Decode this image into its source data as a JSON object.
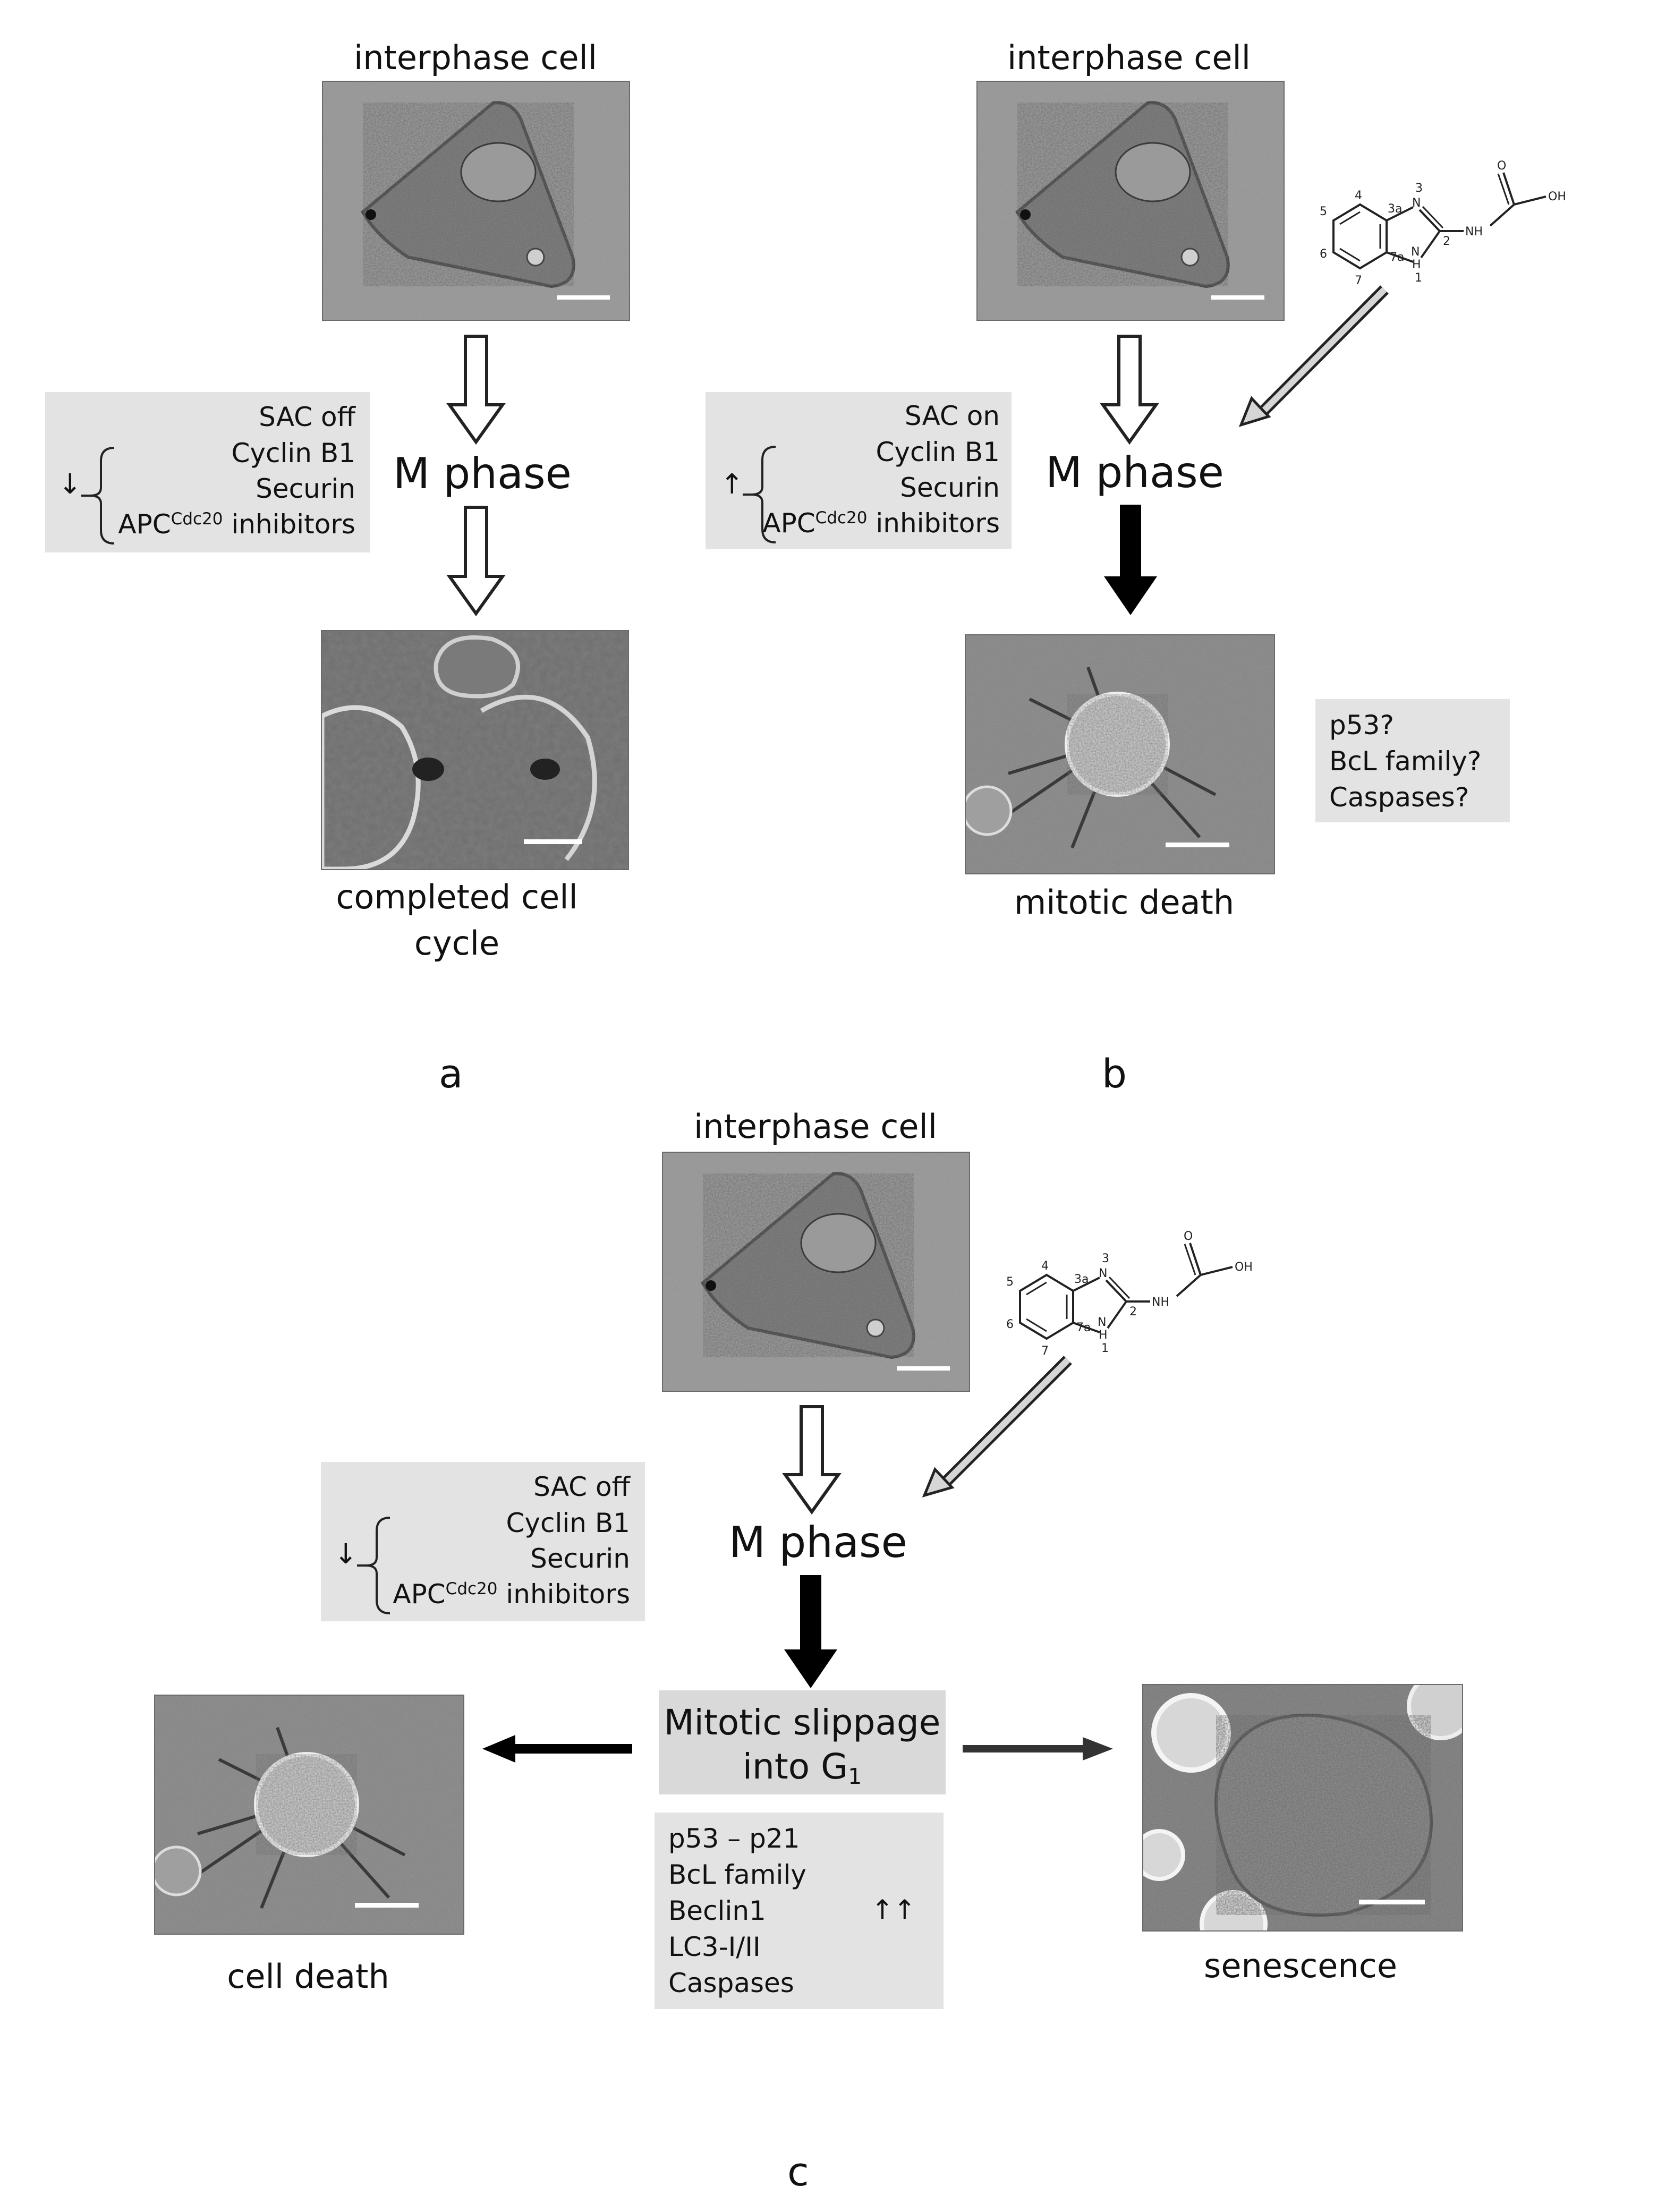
{
  "figure": {
    "panel_letters": {
      "a": "a",
      "b": "b",
      "c": "c"
    },
    "labels": {
      "interphase_a": "interphase cell",
      "interphase_b": "interphase cell",
      "interphase_c": "interphase cell",
      "m_phase_a": "M phase",
      "m_phase_b": "M phase",
      "m_phase_c": "M phase",
      "completed_line1": "completed cell",
      "completed_line2": "cycle",
      "mitotic_death": "mitotic death",
      "cell_death": "cell death",
      "senescence": "senescence"
    },
    "box_a": {
      "sac": "SAC off",
      "cyclin": "Cyclin B1",
      "securin": "Securin",
      "apc_base": "APC",
      "apc_sup": "Cdc20",
      "apc_rest": " inhibitors",
      "direction": "↓"
    },
    "box_b": {
      "sac": "SAC on",
      "cyclin": "Cyclin B1",
      "securin": "Securin",
      "apc_base": "APC",
      "apc_sup": "Cdc20",
      "apc_rest": " inhibitors",
      "direction": "↑"
    },
    "box_b_right": {
      "l1": "p53?",
      "l2": "BcL family?",
      "l3": "Caspases?"
    },
    "box_c": {
      "sac": "SAC off",
      "cyclin": "Cyclin B1",
      "securin": "Securin",
      "apc_base": "APC",
      "apc_sup": "Cdc20",
      "apc_rest": " inhibitors",
      "direction": "↓"
    },
    "slippage": {
      "line1": "Mitotic slippage",
      "line2_base": "into G",
      "line2_sub": "1"
    },
    "box_c_bottom": {
      "l1": "p53 – p21",
      "l2": "BcL family",
      "l3": "Beclin1",
      "l4": "LC3-I/II",
      "l5": "Caspases",
      "up": "↑↑"
    },
    "molecule_atoms": {
      "n3": "N",
      "nh": "NH",
      "h": "H",
      "o": "O",
      "oh": "OH",
      "pos1": "1",
      "pos2": "2",
      "pos3": "3",
      "pos3a": "3a",
      "pos4": "4",
      "pos5": "5",
      "pos6": "6",
      "pos7": "7",
      "pos7a": "7a"
    }
  }
}
